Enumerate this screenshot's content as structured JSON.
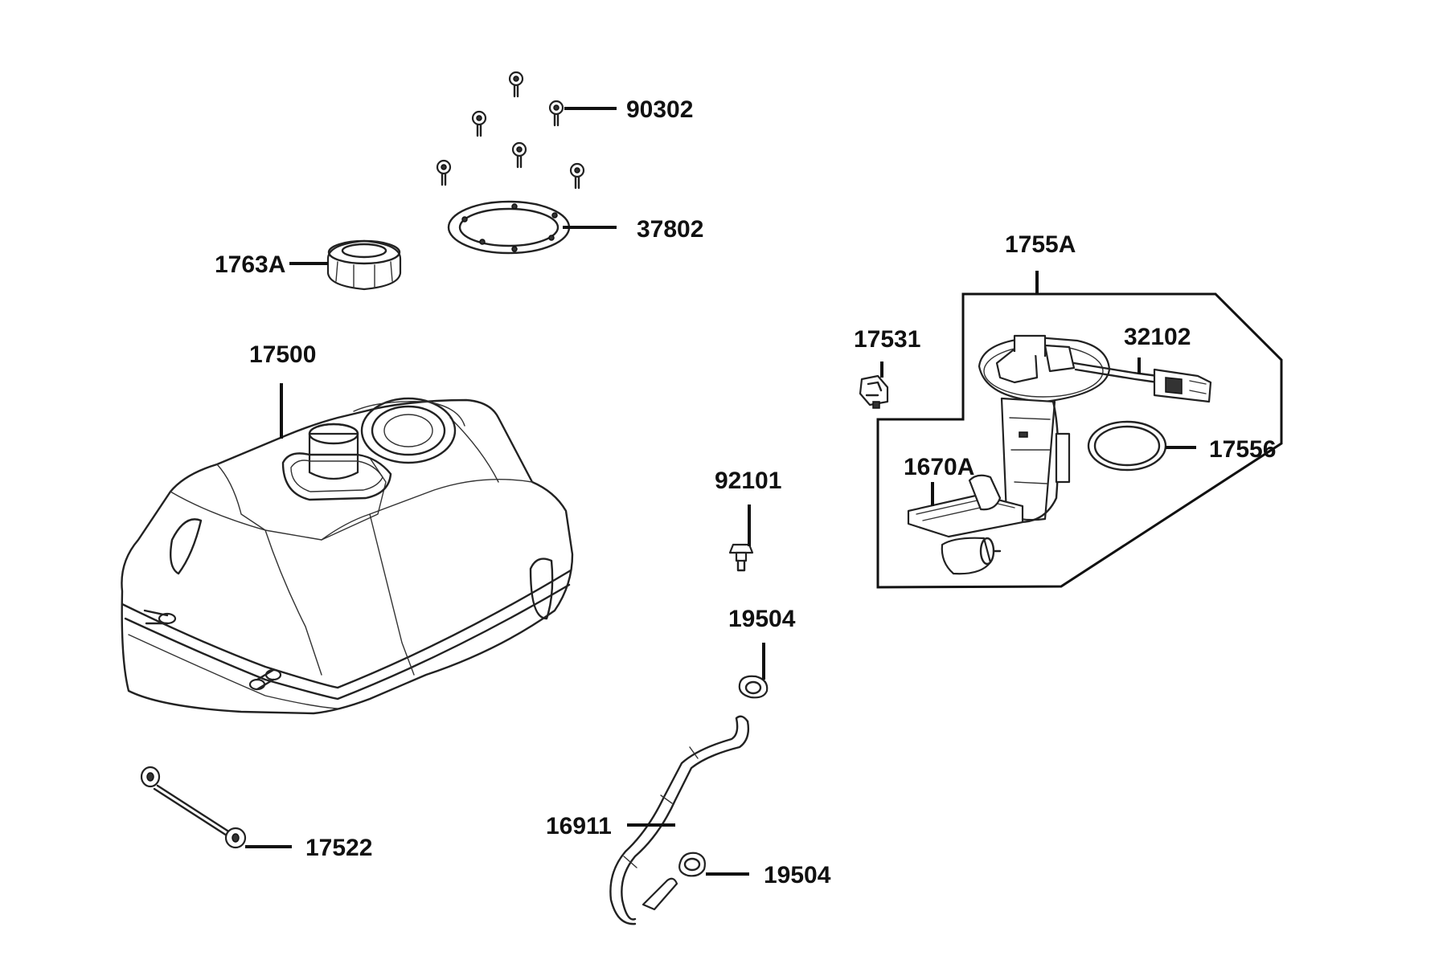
{
  "parts": [
    {
      "id": "screw",
      "label": "90302"
    },
    {
      "id": "gasket",
      "label": "37802"
    },
    {
      "id": "filler-cap",
      "label": "1763A"
    },
    {
      "id": "fuel-tank",
      "label": "17500"
    },
    {
      "id": "fuel-pump-assembly",
      "label": "1755A"
    },
    {
      "id": "clip",
      "label": "17531"
    },
    {
      "id": "pump-connector",
      "label": "32102"
    },
    {
      "id": "o-ring",
      "label": "17556"
    },
    {
      "id": "fuel-strainer",
      "label": "1670A"
    },
    {
      "id": "bolt",
      "label": "92101"
    },
    {
      "id": "hose-clamp-upper",
      "label": "19504"
    },
    {
      "id": "fuel-hose",
      "label": "16911"
    },
    {
      "id": "hose-clamp-lower",
      "label": "19504"
    },
    {
      "id": "rubber-grommet",
      "label": "17522"
    }
  ]
}
